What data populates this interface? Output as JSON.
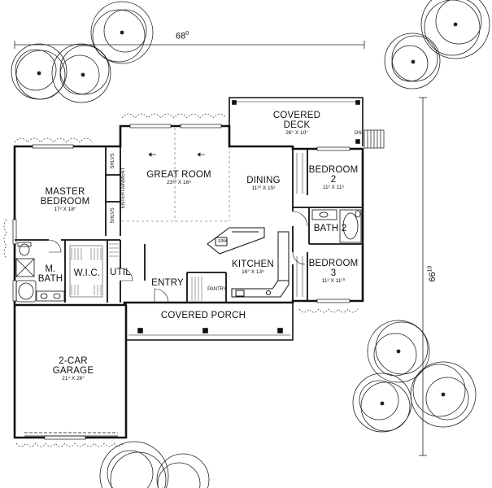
{
  "dimensions": {
    "width": "68",
    "width_sup": "0",
    "depth": "66",
    "depth_sup": "10"
  },
  "rooms": {
    "covered_deck": {
      "name_line1": "COVERED",
      "name_line2": "DECK",
      "size": "26° X 10°"
    },
    "great_room": {
      "name": "GREAT ROOM",
      "size": "23¹⁰ X 16⁸"
    },
    "dining": {
      "name": "DINING",
      "size": "11¹⁰ X 15²"
    },
    "master_bedroom": {
      "name_line1": "MASTER",
      "name_line2": "BEDROOM",
      "size": "17² X 18°"
    },
    "bedroom2": {
      "name_line1": "BEDROOM",
      "name_line2": "2",
      "size": "11² X 11⁶"
    },
    "bath2": {
      "name": "BATH 2"
    },
    "bedroom3": {
      "name_line1": "BEDROOM",
      "name_line2": "3",
      "size": "11² X 11¹⁰"
    },
    "kitchen": {
      "name": "KITCHEN",
      "size": "16° X 13⁶"
    },
    "master_bath_line1": "M.",
    "master_bath_line2": "BATH",
    "wic": "W.I.C.",
    "util": "UTIL",
    "entry": "ENTRY",
    "pantry": "PANTRY",
    "covered_porch": "COVERED PORCH",
    "garage": {
      "name_line1": "2-CAR",
      "name_line2": "GARAGE",
      "size": "21⁴ X 26°"
    }
  },
  "fixtures": {
    "shlvs_top": "SHLVS",
    "shlvs_bottom": "SHLVS",
    "entertainment": "ENTERTAINMENT",
    "sink": "SINK",
    "dn": "DN"
  }
}
